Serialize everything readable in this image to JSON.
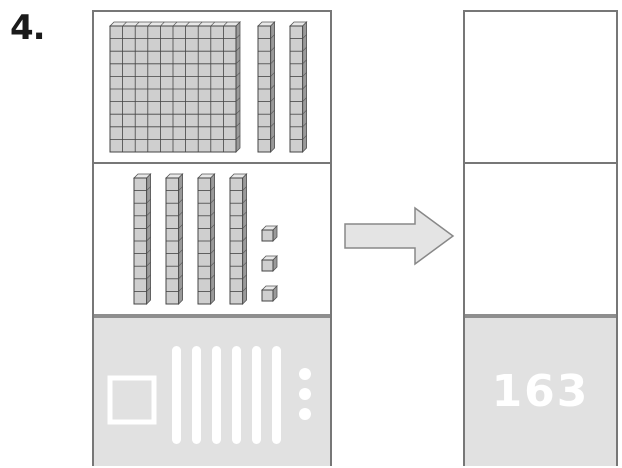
{
  "problem": {
    "number": "4.",
    "answer": "163",
    "blocks": {
      "hundreds": 1,
      "tens": 6,
      "ones": 3
    },
    "colors": {
      "border": "#777777",
      "cube_fill": "#cfcfcf",
      "cube_side": "#9a9a9a",
      "cube_top": "#e8e8e8",
      "hint_panel": "#e1e1e1",
      "arrow_fill": "#e4e4e4",
      "arrow_stroke": "#888888"
    },
    "icons": [
      "hundred-flat",
      "ten-rod",
      "unit-cube",
      "right-arrow"
    ]
  }
}
